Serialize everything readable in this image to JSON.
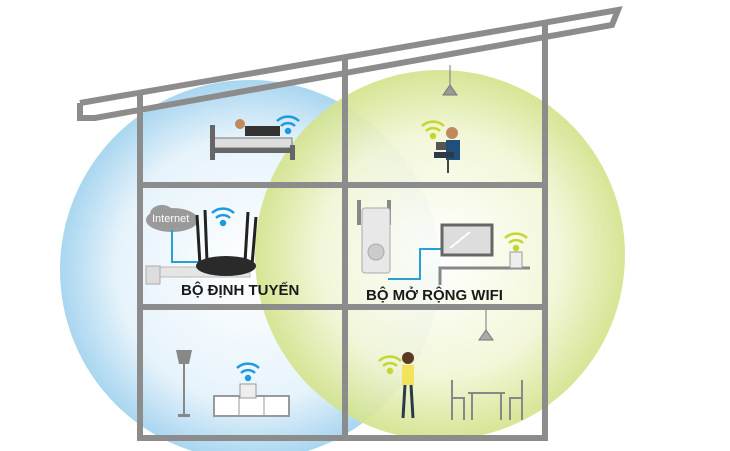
{
  "labels": {
    "internet": "Internet",
    "router": "BỘ ĐỊNH TUYẾN",
    "extender": "BỘ MỞ RỘNG WIFI"
  },
  "colors": {
    "router_coverage": "#a9d6f0",
    "extender_coverage": "#dbe8a0",
    "frame": "#8c8c8c",
    "cable": "#2a9fd6",
    "wifi_router": "#1e9be0",
    "wifi_extender": "#c5d62c"
  }
}
